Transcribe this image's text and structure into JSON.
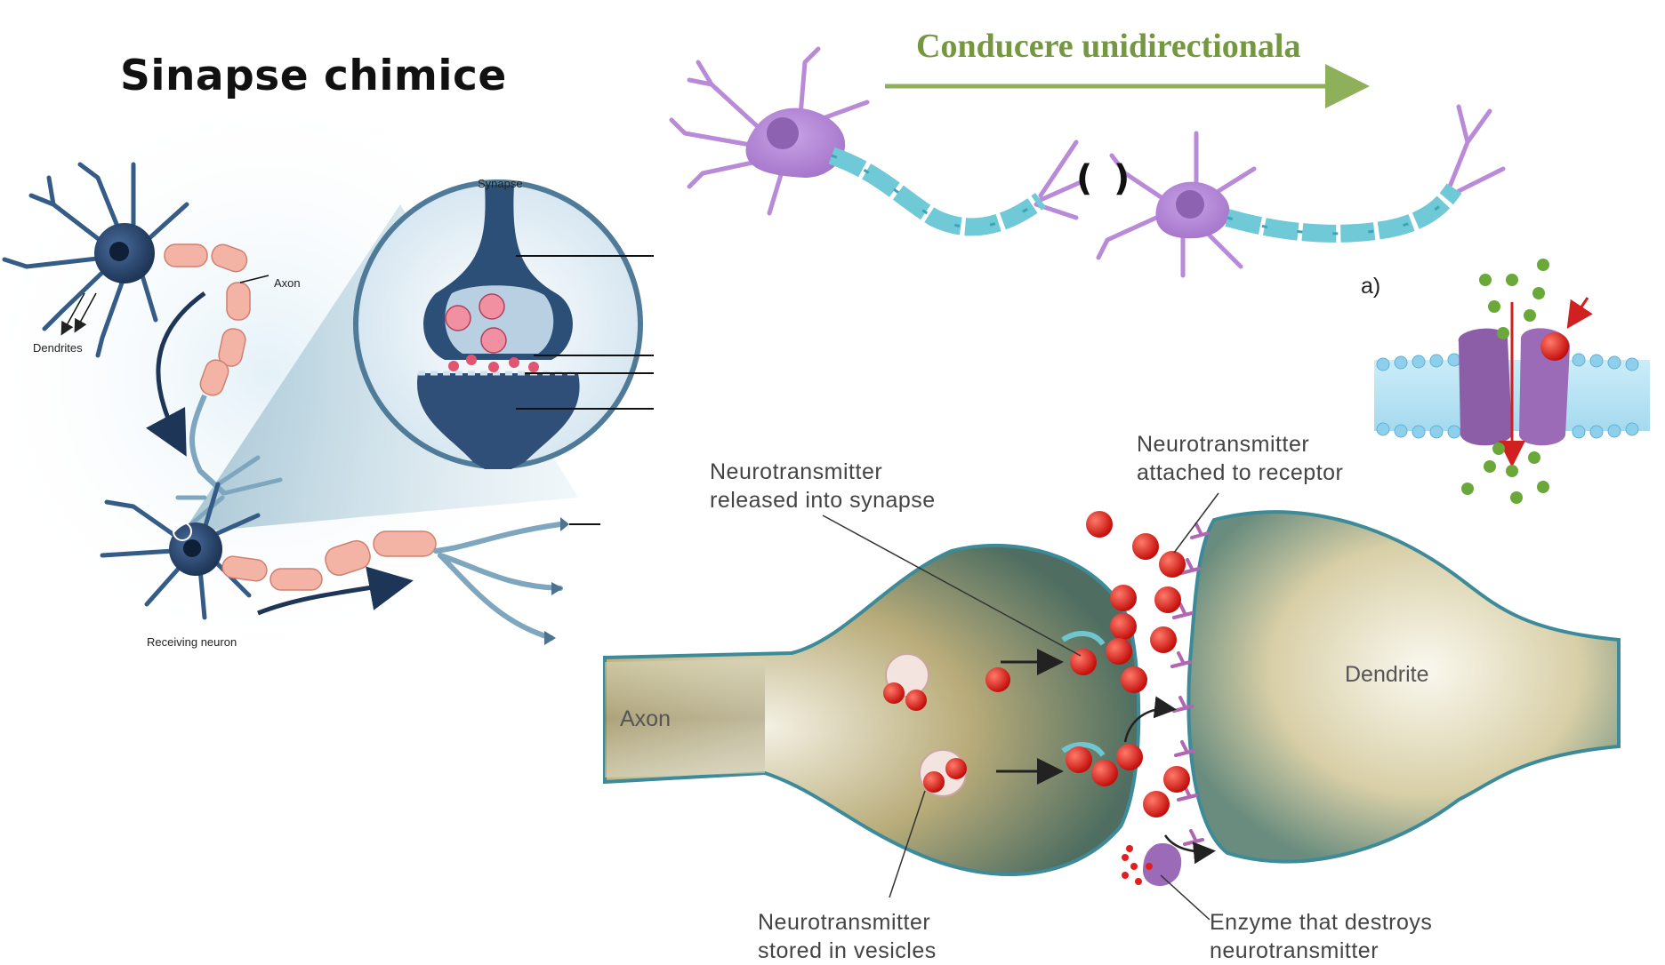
{
  "title": "Sinapse chimice",
  "subtitle": "Conducere unidirectionala",
  "left_diagram": {
    "synapse": "Synapse",
    "axon": "Axon",
    "dendrites": "Dendrites",
    "receiving": "Receiving neuron"
  },
  "top_right": {
    "panel_label": "a)",
    "left_paren": "(",
    "right_paren": ")"
  },
  "bottom_diagram": {
    "released_1": "Neurotransmitter",
    "released_2": "released into synapse",
    "attached_1": "Neurotransmitter",
    "attached_2": "attached to receptor",
    "axon": "Axon",
    "dendrite": "Dendrite",
    "stored_1": "Neurotransmitter",
    "stored_2": "stored in vesicles",
    "enzyme_1": "Enzyme that destroys",
    "enzyme_2": "neurotransmitter"
  },
  "colors": {
    "subtitle": "#74973f",
    "arrow": "#8fb05a",
    "neurotransmitter": "#e02020",
    "neuron_body": "#b98ad8",
    "myelin": "#6fc9d6",
    "neuron_dark": "#2f4f7a"
  }
}
